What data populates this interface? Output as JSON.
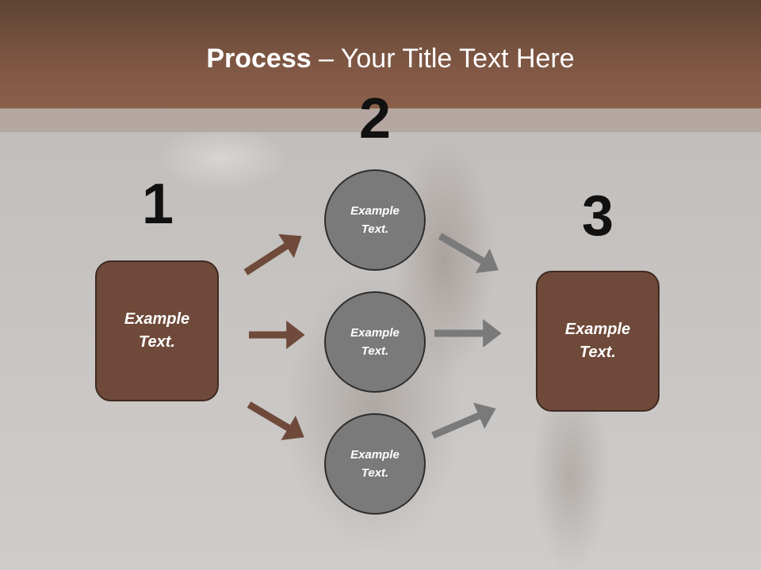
{
  "title": {
    "bold": "Process",
    "rest": " – Your Title Text Here"
  },
  "numbers": [
    "1",
    "2",
    "3"
  ],
  "left_box": {
    "label": "Example\nText."
  },
  "right_box": {
    "label": "Example\nText."
  },
  "circles": [
    {
      "label": "Example\nText."
    },
    {
      "label": "Example\nText."
    },
    {
      "label": "Example\nText."
    }
  ],
  "colors": {
    "header": "#7d5643",
    "box_fill": "#6f4a3a",
    "circle_fill": "#7a7a7a",
    "arrow_brown": "#6f4a3a",
    "arrow_gray": "#7a7a7a"
  }
}
